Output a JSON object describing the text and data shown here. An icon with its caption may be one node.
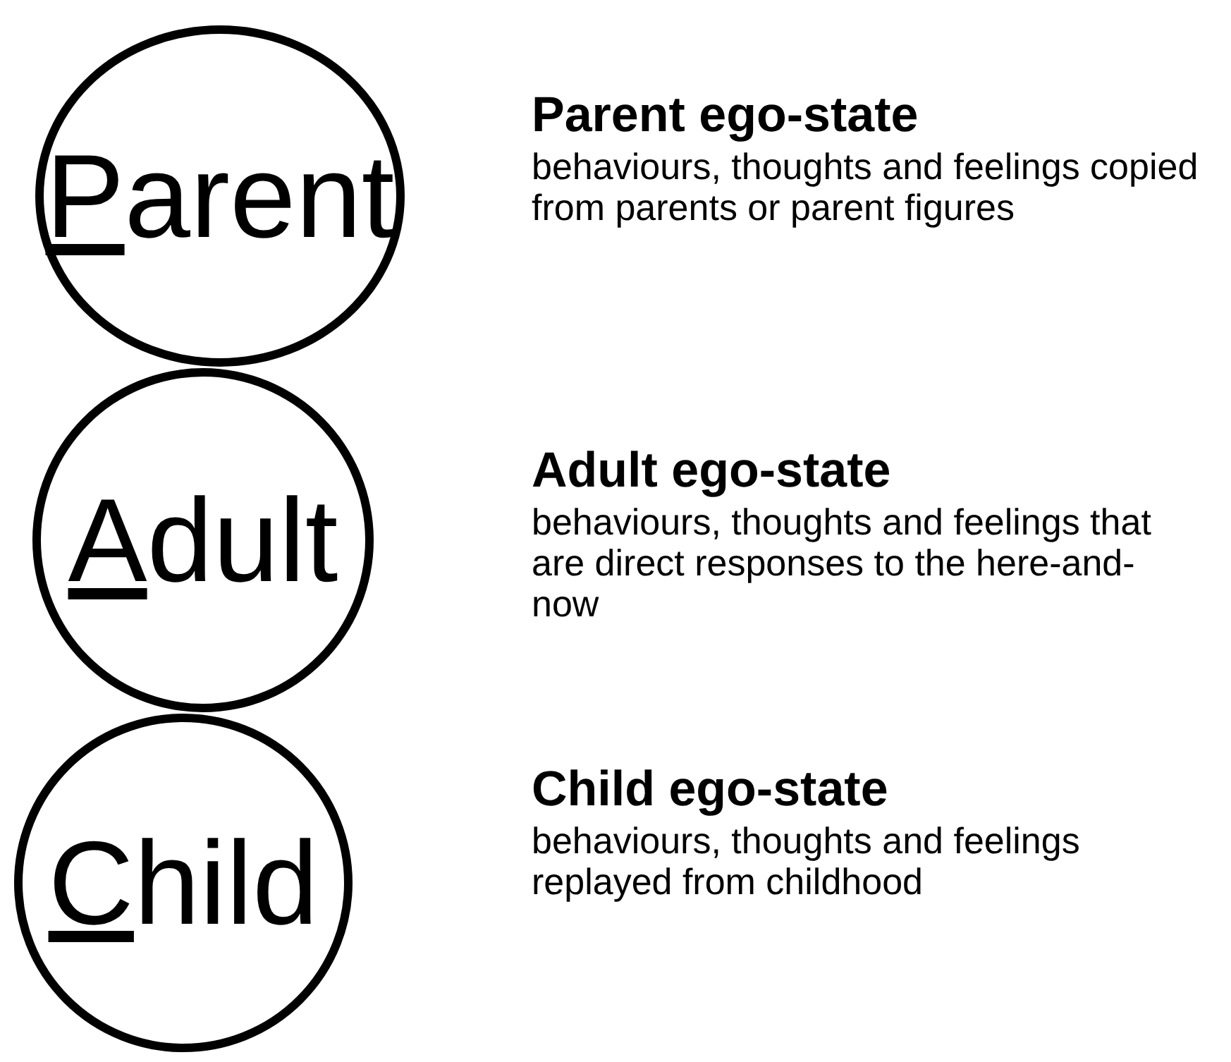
{
  "diagram": {
    "nodes": [
      {
        "text": [
          "Parent"
        ],
        "beside": [
          "Parent ego-state",
          "behaviours, thoughts and feelings copied from parents or parent figures"
        ]
      },
      {
        "text": [
          "Adult"
        ],
        "beside": [
          "Adult ego-state",
          "behaviours, thoughts and feelings that are direct responses to the here-and-now"
        ]
      },
      {
        "text": [
          "Child"
        ],
        "beside": [
          "Child ego-state",
          "behaviours, thoughts and feelings replayed from childhood"
        ]
      }
    ]
  }
}
